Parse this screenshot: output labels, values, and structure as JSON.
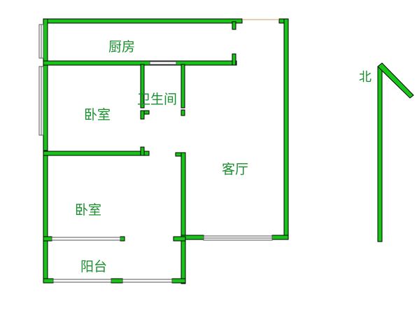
{
  "colors": {
    "wall_fill": "#19c419",
    "wall_stroke": "#000000",
    "label": "#1a8f2e",
    "window_line": "#555555",
    "window_fill": "#ffffff"
  },
  "rooms": {
    "kitchen": "厨房",
    "bedroom_upper": "卧室",
    "bathroom": "卫生间",
    "living_room": "客厅",
    "bedroom_lower": "卧室",
    "balcony": "阳台"
  },
  "compass": {
    "north_label": "北",
    "icon": "north-arrow-icon"
  }
}
